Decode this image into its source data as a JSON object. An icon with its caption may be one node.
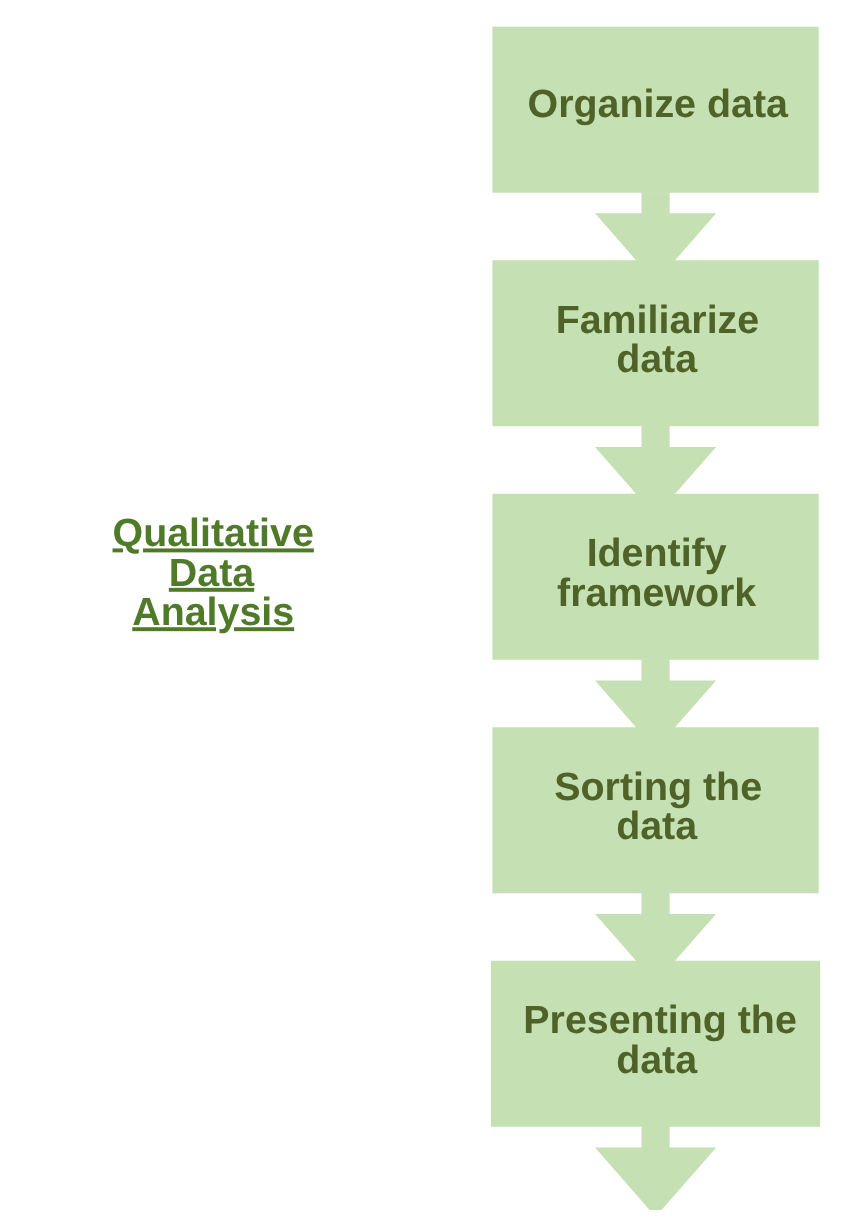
{
  "diagram": {
    "nodes": [
      {
        "text": [
          "Organize data"
        ]
      },
      {
        "text": [
          "Familiarize data"
        ]
      },
      {
        "text": [
          "Identify framework"
        ]
      },
      {
        "text": [
          "Sorting the data"
        ]
      },
      {
        "text": [
          "Presenting the data"
        ]
      }
    ],
    "edges": [
      {
        "from": 0,
        "to": 1,
        "arrow": "to"
      },
      {
        "from": 1,
        "to": 2,
        "arrow": "to"
      },
      {
        "from": 2,
        "to": 3,
        "arrow": "to"
      },
      {
        "from": 3,
        "to": 4,
        "arrow": "to"
      },
      {
        "from": 4,
        "to": null,
        "arrow": "to"
      }
    ],
    "labels": [
      "Qualitative Data Analysis"
    ]
  }
}
